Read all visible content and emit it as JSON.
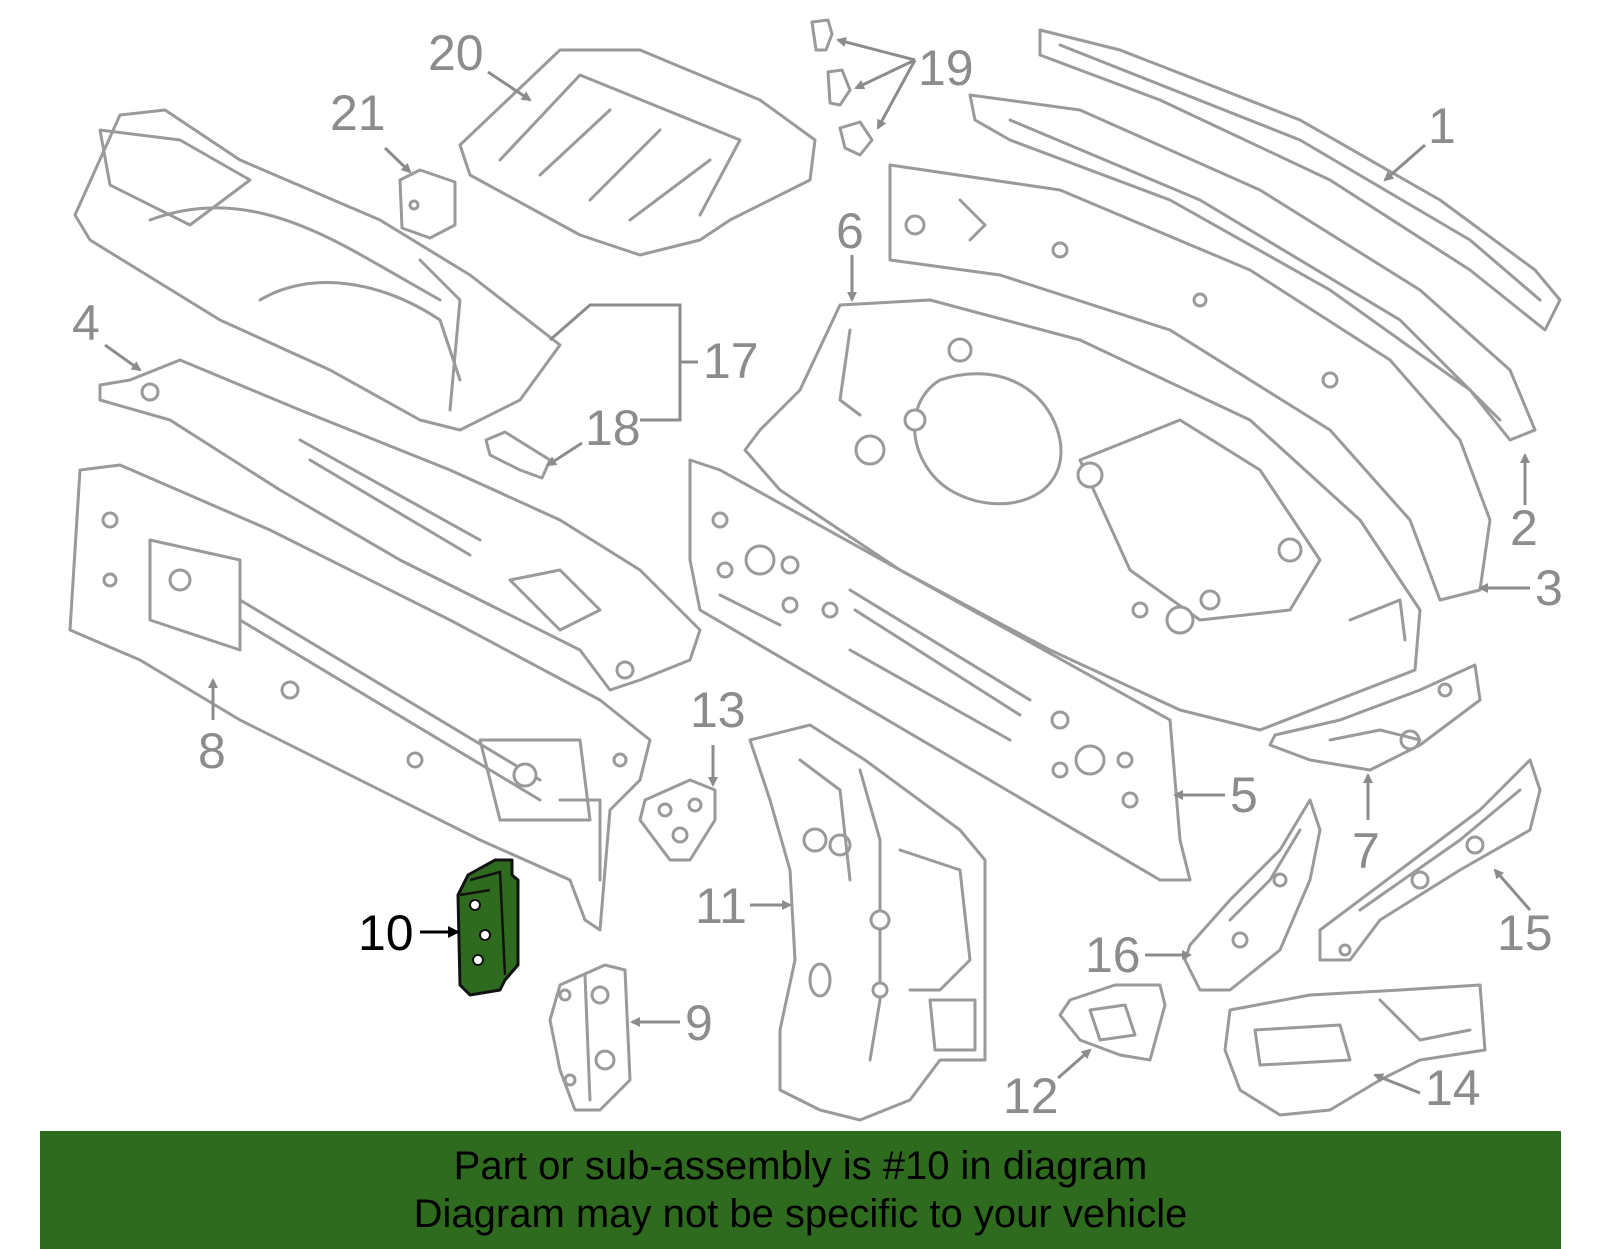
{
  "diagram": {
    "highlighted_callout": "10",
    "highlight_color": "#2f6b1e",
    "line_color": "#9a9a9a",
    "callouts": [
      "1",
      "2",
      "3",
      "4",
      "5",
      "6",
      "7",
      "8",
      "9",
      "10",
      "11",
      "12",
      "13",
      "14",
      "15",
      "16",
      "17",
      "18",
      "19",
      "20",
      "21"
    ]
  },
  "banner": {
    "line1": "Part or sub-assembly is #10 in diagram",
    "line2": "Diagram may not be specific to your vehicle",
    "background": "#2f6b1e"
  }
}
